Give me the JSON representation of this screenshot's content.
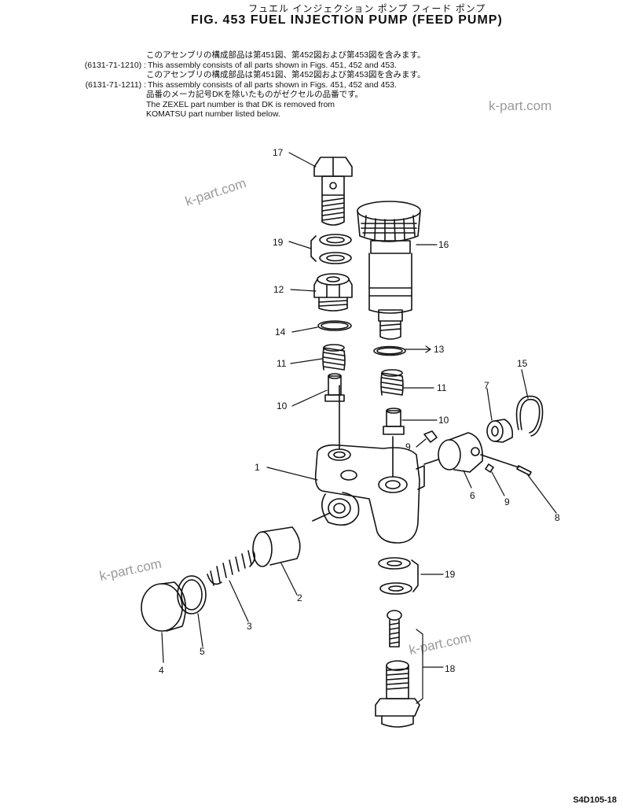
{
  "header": {
    "title_jp": "フュエル インジェクション ポンプ フィード ポンプ",
    "fig_title": "FIG. 453 FUEL INJECTION PUMP (FEED PUMP)"
  },
  "notes": [
    {
      "code": "",
      "text": "このアセンブリの構成部品は第451図、第452図および第453図を含みます。"
    },
    {
      "code": "(6131-71-1210) :",
      "text": "This assembly consists of all parts shown in Figs. 451, 452 and 453."
    },
    {
      "code": "",
      "text": "このアセンブリの構成部品は第451図、第452図および第453図を含みます。"
    },
    {
      "code": "(6131-71-1211) :",
      "text": "This assembly consists of all parts shown in Figs. 451, 452 and 453."
    },
    {
      "code": "",
      "text": "品番のメーカ記号DKを除いたものがゼクセルの品番です。"
    },
    {
      "code": "",
      "text": "The ZEXEL part number is that DK is removed from"
    },
    {
      "code": "",
      "text": "KOMATSU part number listed below."
    }
  ],
  "callouts": {
    "c17": "17",
    "c19a": "19",
    "c12": "12",
    "c14": "14",
    "c11a": "11",
    "c10a": "10",
    "c16": "16",
    "c13": "13",
    "c11b": "11",
    "c10b": "10",
    "c15": "15",
    "c7": "7",
    "c9a": "9",
    "c1": "1",
    "c6": "6",
    "c9b": "9",
    "c8": "8",
    "c2": "2",
    "c3": "3",
    "c19b": "19",
    "c4": "4",
    "c5": "5",
    "c18": "18"
  },
  "watermarks": [
    "k-part.com",
    "k-part.com",
    "k-part.com",
    "k-part.com"
  ],
  "sheet_id": "S4D105-18"
}
